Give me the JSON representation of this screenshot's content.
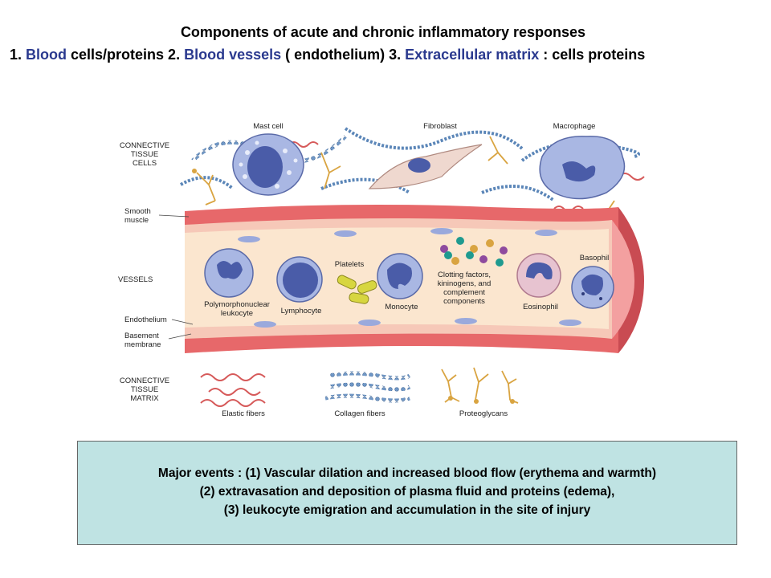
{
  "title": "Components of acute and chronic inflammatory responses",
  "subtitle": {
    "p1": "1. ",
    "k1": "Blood",
    "p2": " cells/proteins 2. ",
    "k2": "Blood vessels",
    "p3": " ( endothelium) 3. ",
    "k3": "Extracellular matrix",
    "p4": " : cells proteins"
  },
  "diagram": {
    "left_labels": {
      "ct_cells": [
        "CONNECTIVE",
        "TISSUE",
        "CELLS"
      ],
      "smooth_muscle": [
        "Smooth",
        "muscle"
      ],
      "vessels": "VESSELS",
      "endothelium": "Endothelium",
      "basement": [
        "Basement",
        "membrane"
      ],
      "ct_matrix": [
        "CONNECTIVE",
        "TISSUE",
        "MATRIX"
      ]
    },
    "cells": {
      "mast": "Mast cell",
      "fibroblast": "Fibroblast",
      "macrophage": "Macrophage",
      "platelets": "Platelets",
      "basophil": "Basophil",
      "pmn": [
        "Polymorphonuclear",
        "leukocyte"
      ],
      "lymphocyte": "Lymphocyte",
      "monocyte": "Monocyte",
      "clotting": [
        "Clotting factors,",
        "kininogens, and",
        "complement",
        "components"
      ],
      "eosinophil": "Eosinophil"
    },
    "matrix": {
      "elastic": "Elastic fibers",
      "collagen": "Collagen fibers",
      "proteoglycans": "Proteoglycans"
    },
    "colors": {
      "vessel_wall": "#e7686a",
      "vessel_lumen": "#fbe6cf",
      "cell_fill": "#a9b7e3",
      "nucleus": "#4a5ca8",
      "collagen": "#5b86b8",
      "elastic": "#d65a5a",
      "proteoglycan": "#d9a441"
    }
  },
  "events": {
    "line1": "Major events :   (1) Vascular dilation and increased blood flow (erythema and warmth)",
    "line2": "(2) extravasation and deposition of plasma fluid and proteins (edema),",
    "line3": "(3) leukocyte emigration and accumulation in the site of injury"
  }
}
